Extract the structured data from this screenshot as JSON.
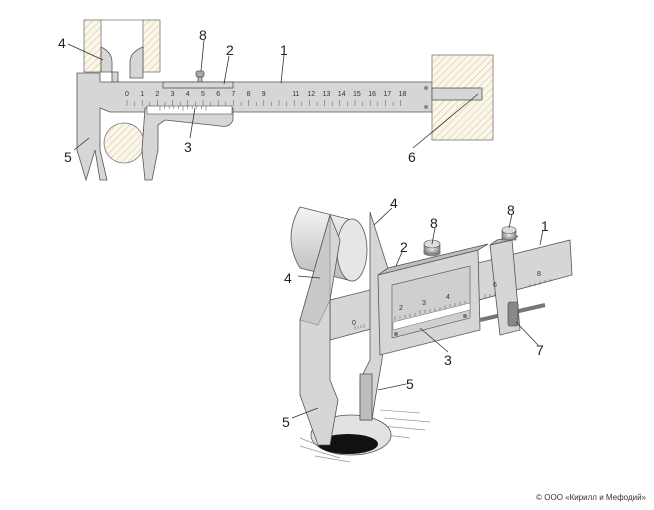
{
  "title": "Штангенциркуль",
  "top_diagram": {
    "labels": {
      "l1": "1",
      "l2": "2",
      "l3": "3",
      "l4": "4",
      "l5": "5",
      "l6": "6",
      "l8": "8"
    },
    "main_scale_numbers": [
      "0",
      "1",
      "2",
      "3",
      "4",
      "5",
      "6",
      "7",
      "8",
      "9",
      "11",
      "12",
      "13",
      "14",
      "15",
      "16",
      "17",
      "18"
    ]
  },
  "bottom_diagram": {
    "labels": {
      "l1": "1",
      "l2": "2",
      "l3": "3",
      "l4a": "4",
      "l4b": "4",
      "l5a": "5",
      "l5b": "5",
      "l7": "7",
      "l8a": "8",
      "l8b": "8"
    },
    "scale_numbers": {
      "s0": "0",
      "s2": "2",
      "s3": "3",
      "s4": "4",
      "s6": "6",
      "s8": "8"
    }
  },
  "copyright": "© ООО «Кирилл и Мефодий»"
}
